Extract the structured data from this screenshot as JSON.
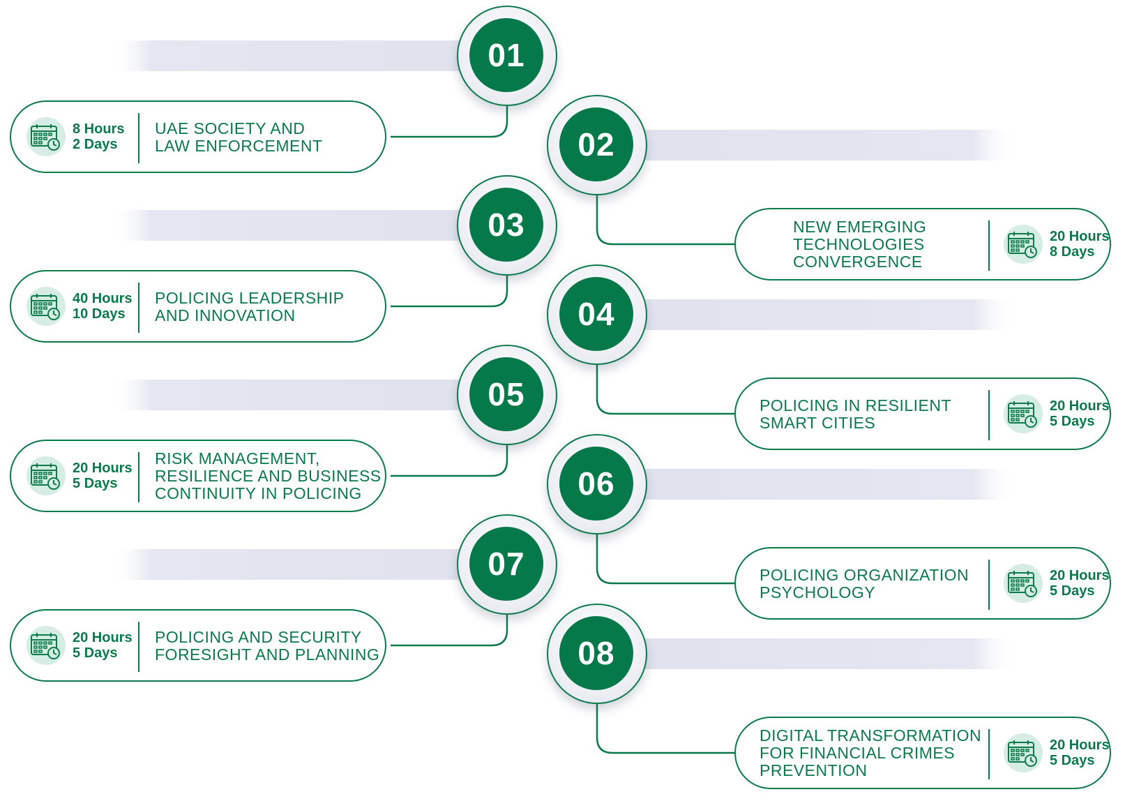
{
  "colors": {
    "primary_green": "#0b7a4b",
    "badge_green": "#06794a",
    "icon_bg": "#d5ede2",
    "bar_gray": "#e4e6f1"
  },
  "icon": "calendar-clock-icon",
  "steps": [
    {
      "number": "01",
      "hours": "8 Hours",
      "days": "2 Days",
      "title_lines": [
        "UAE SOCIETY AND",
        "LAW ENFORCEMENT",
        ""
      ]
    },
    {
      "number": "02",
      "hours": "20 Hours",
      "days": "8 Days",
      "title_lines": [
        "NEW EMERGING",
        "TECHNOLOGIES",
        "CONVERGENCE"
      ]
    },
    {
      "number": "03",
      "hours": "40 Hours",
      "days": "10 Days",
      "title_lines": [
        "POLICING LEADERSHIP",
        "AND INNOVATION",
        ""
      ]
    },
    {
      "number": "04",
      "hours": "20 Hours",
      "days": "5 Days",
      "title_lines": [
        "POLICING IN RESILIENT",
        "SMART CITIES",
        ""
      ]
    },
    {
      "number": "05",
      "hours": "20 Hours",
      "days": "5 Days",
      "title_lines": [
        "RISK MANAGEMENT,",
        "RESILIENCE AND BUSINESS",
        "CONTINUITY IN POLICING"
      ]
    },
    {
      "number": "06",
      "hours": "20 Hours",
      "days": "5 Days",
      "title_lines": [
        "POLICING ORGANIZATION",
        "PSYCHOLOGY",
        ""
      ]
    },
    {
      "number": "07",
      "hours": "20 Hours",
      "days": "5 Days",
      "title_lines": [
        "POLICING AND SECURITY",
        "FORESIGHT AND PLANNING",
        ""
      ]
    },
    {
      "number": "08",
      "hours": "20 Hours",
      "days": "5 Days",
      "title_lines": [
        "DIGITAL TRANSFORMATION",
        "FOR FINANCIAL CRIMES",
        "PREVENTION"
      ]
    }
  ]
}
